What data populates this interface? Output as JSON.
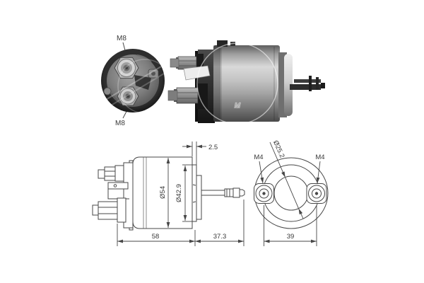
{
  "figure": {
    "description_labels": {
      "m8_top": "M8",
      "m8_bottom": "M8"
    },
    "side_view_dims": {
      "flange_thickness": "2.5",
      "body_diameter": "Ø54",
      "spigot_diameter": "Ø42.9",
      "body_length": "58",
      "shaft_length": "37.3"
    },
    "end_view_dims": {
      "bore_diameter": "Ø25.2",
      "thread_left": "M4",
      "thread_right": "M4",
      "hole_spacing": "39"
    },
    "watermark": {
      "letter": "M"
    },
    "colors": {
      "line": "#474747",
      "text": "#383838",
      "background": "#ffffff"
    }
  }
}
